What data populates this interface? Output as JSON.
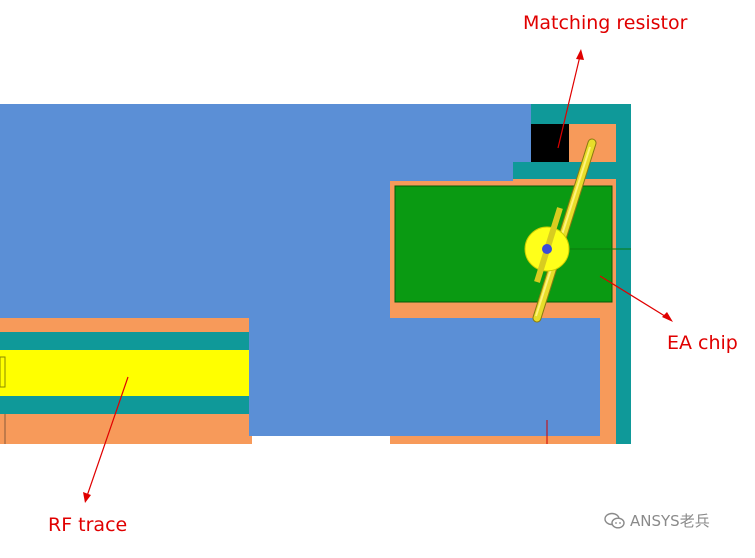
{
  "labels": {
    "matching_resistor": "Matching resistor",
    "ea_chip": "EA chip",
    "rf_trace": "RF trace"
  },
  "watermark": {
    "text": "ANSYS老兵",
    "icon": "wechat-icon"
  },
  "colors": {
    "ground_blue": "#5b8fd6",
    "substrate_orange": "#f79a5a",
    "teal": "#0f9999",
    "chip_green": "#0a9a12",
    "trace_yellow": "#ffff00",
    "wire_yellow": "#e8dd2a",
    "resistor_black": "#000000",
    "annotation_red": "#e00000",
    "via_blue": "#3b4bd8"
  }
}
